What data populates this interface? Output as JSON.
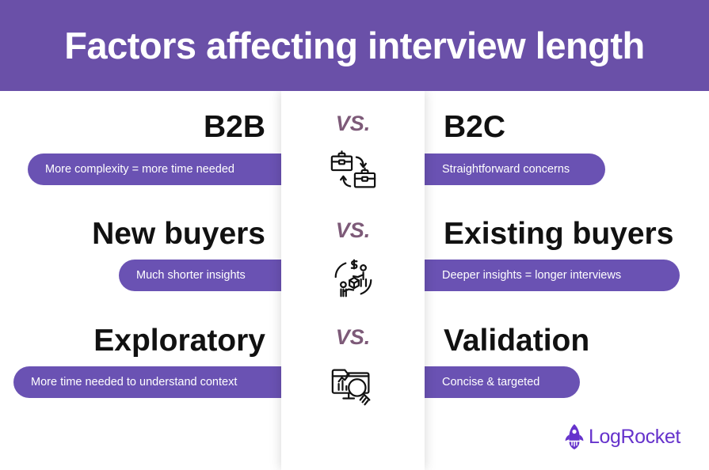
{
  "header": {
    "title": "Factors affecting interview length",
    "bg_color": "#6a50a8",
    "text_color": "#ffffff"
  },
  "colors": {
    "header_purple": "#6a50a8",
    "pill_purple": "#6a52b3",
    "vs_mauve": "#7d5a78",
    "heading_black": "#111111",
    "logo_purple": "#6633cc",
    "card_white": "#ffffff"
  },
  "rows": [
    {
      "left_heading": "B2B",
      "right_heading": "B2C",
      "vs": "VS.",
      "icon_name": "two-briefcases-exchange-icon",
      "left_pill": "More complexity = more time needed",
      "right_pill": "Straightforward concerns"
    },
    {
      "left_heading": "New buyers",
      "right_heading": "Existing buyers",
      "vs": "VS.",
      "icon_name": "people-money-product-exchange-icon",
      "left_pill": "Much shorter insights",
      "right_pill": "Deeper insights = longer interviews"
    },
    {
      "left_heading": "Exploratory",
      "right_heading": "Validation",
      "vs": "VS.",
      "icon_name": "monitor-chart-magnifier-icon",
      "left_pill": "More time needed to understand context",
      "right_pill": "Concise & targeted"
    }
  ],
  "logo": {
    "name": "LogRocket",
    "icon_name": "rocket-icon"
  }
}
